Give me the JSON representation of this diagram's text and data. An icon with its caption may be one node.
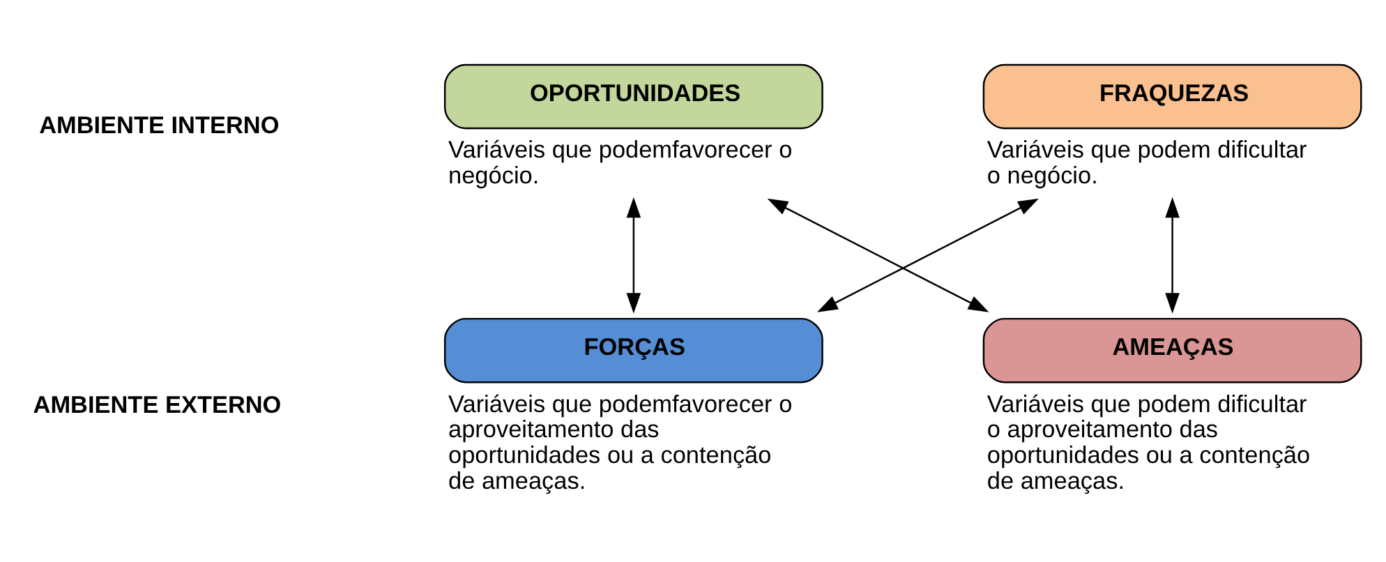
{
  "diagram": {
    "nodes": [
      {
        "text": [
          "OPORTUNIDADES",
          "Variáveis que podemfavorecer o negócio."
        ]
      },
      {
        "text": [
          "FRAQUEZAS",
          "Variáveis que podem dificultar o negócio."
        ]
      },
      {
        "text": [
          "FORÇAS",
          "Variáveis que podemfavorecer o aproveitamento das oportunidades ou a contenção de ameaças."
        ]
      },
      {
        "text": [
          "AMEAÇAS",
          "Variáveis que podem dificultar o aproveitamento das oportunidades ou a contenção de ameaças."
        ]
      }
    ],
    "edges": [
      {
        "from": 0,
        "to": 2,
        "arrow": "both"
      },
      {
        "from": 1,
        "to": 3,
        "arrow": "both"
      },
      {
        "from": 0,
        "to": 3,
        "arrow": "both"
      },
      {
        "from": 1,
        "to": 2,
        "arrow": "both"
      }
    ],
    "labels": [
      "AMBIENTE INTERNO",
      "AMBIENTE EXTERNO"
    ]
  }
}
